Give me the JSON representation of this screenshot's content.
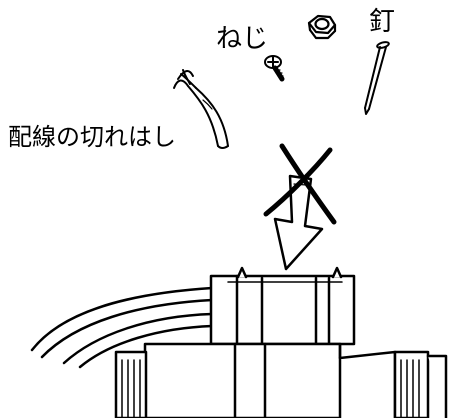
{
  "labels": {
    "screw": "ねじ",
    "nail": "釘",
    "wire_scrap": "配線の切れはし"
  },
  "colors": {
    "ink": "#000000",
    "background": "#ffffff"
  }
}
